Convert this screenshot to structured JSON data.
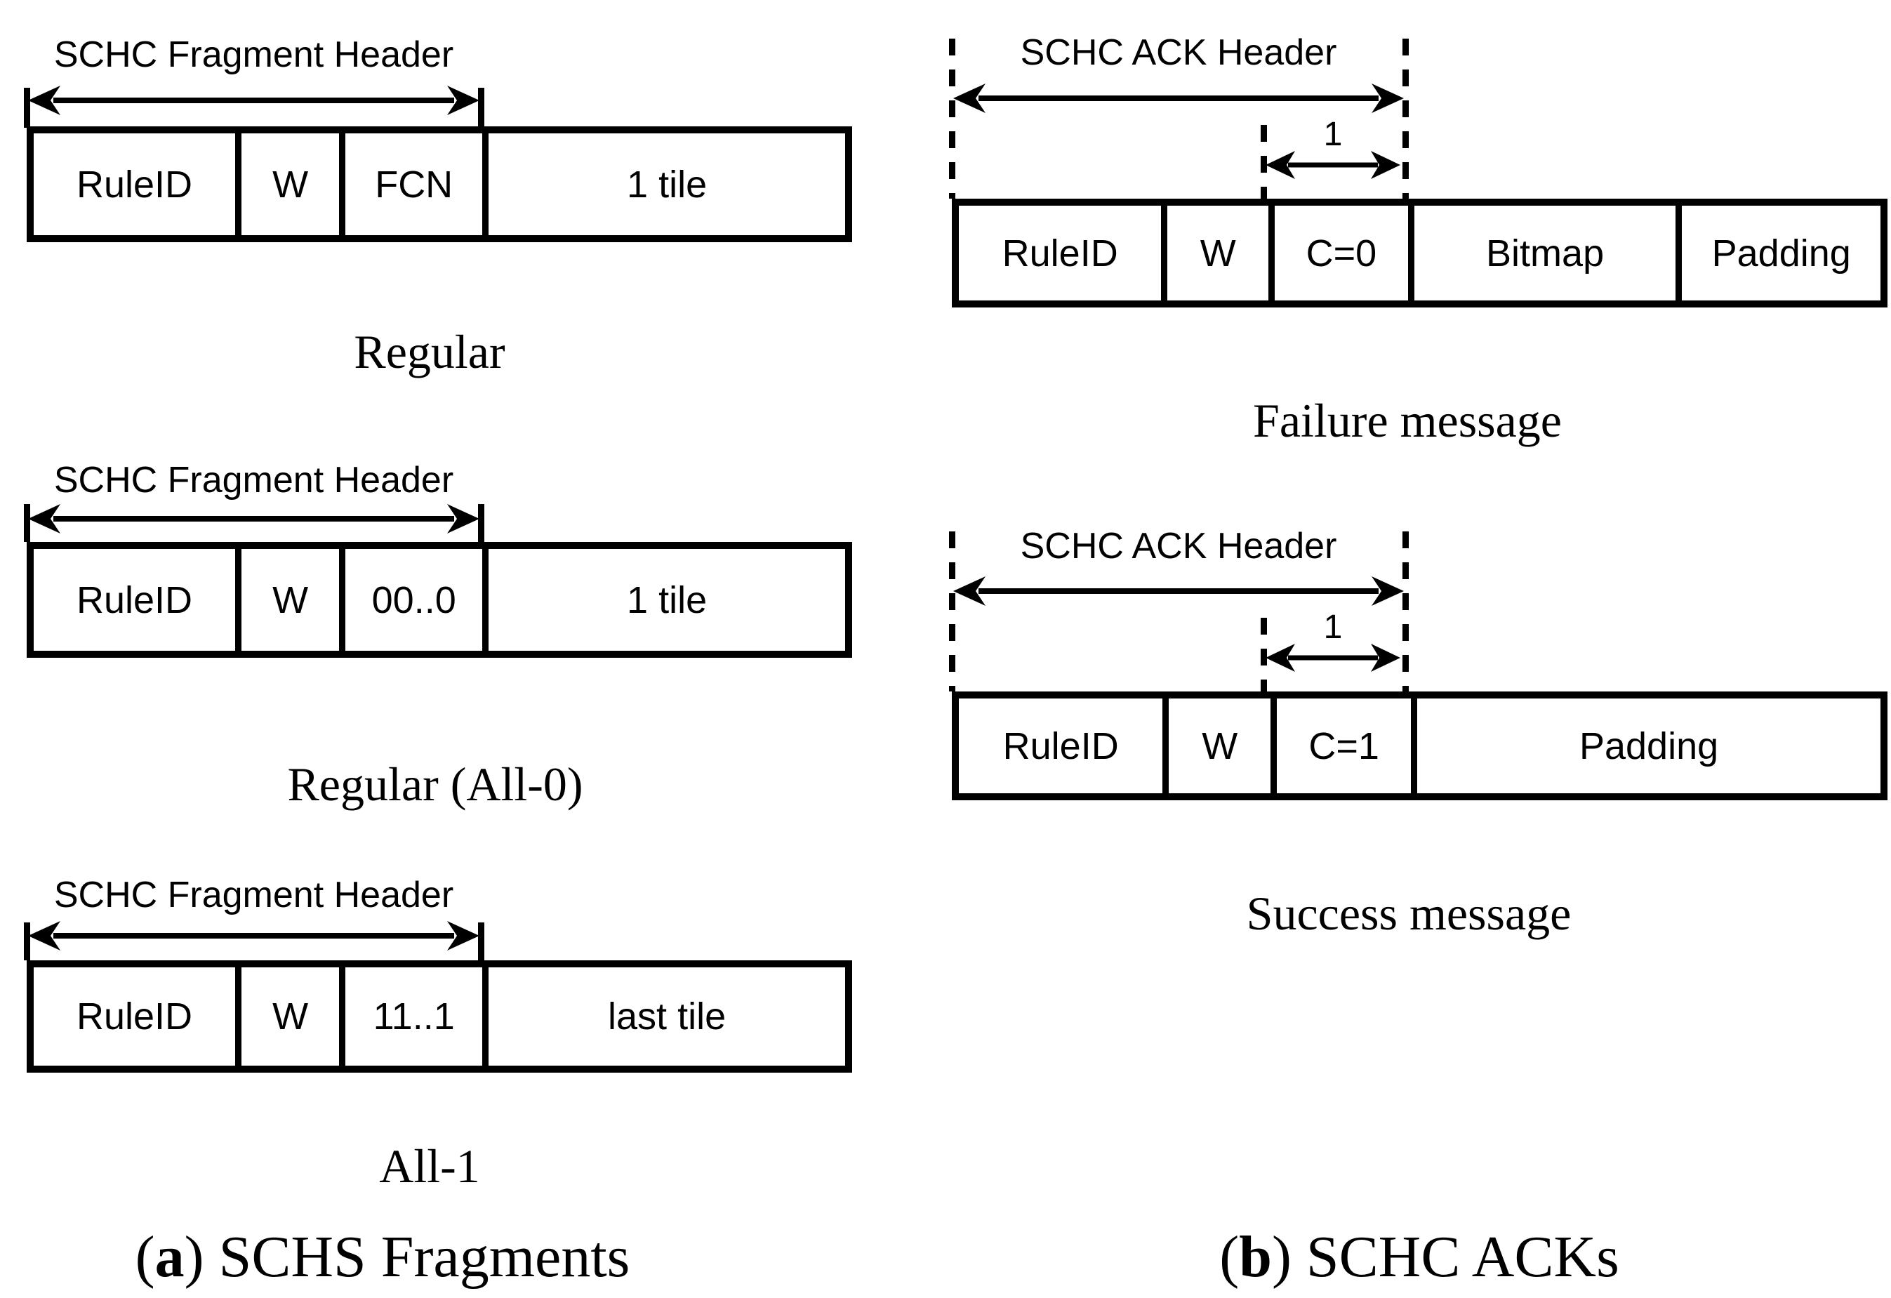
{
  "panel_a": {
    "caption": {
      "open": "(",
      "marker": "a",
      "close": ")",
      "text": " SCHS Fragments"
    },
    "diagrams": [
      {
        "header": "SCHC Fragment Header",
        "caption": "Regular",
        "cells": [
          "RuleID",
          "W",
          "FCN",
          "1 tile"
        ]
      },
      {
        "header": "SCHC Fragment Header",
        "caption": "Regular (All-0)",
        "cells": [
          "RuleID",
          "W",
          "00..0",
          "1 tile"
        ]
      },
      {
        "header": "SCHC Fragment Header",
        "caption": "All-1",
        "cells": [
          "RuleID",
          "W",
          "11..1",
          "last tile"
        ]
      }
    ]
  },
  "panel_b": {
    "caption": {
      "open": "(",
      "marker": "b",
      "close": ")",
      "text": " SCHC ACKs"
    },
    "diagrams": [
      {
        "header": "SCHC ACK Header",
        "c_bit_size": "1",
        "caption": "Failure message",
        "cells": [
          "RuleID",
          "W",
          "C=0",
          "Bitmap",
          "Padding"
        ]
      },
      {
        "header": "SCHC ACK Header",
        "c_bit_size": "1",
        "caption": "Success message",
        "cells": [
          "RuleID",
          "W",
          "C=1",
          "Padding"
        ]
      }
    ]
  },
  "colors": {
    "line": "#000000",
    "background": "#ffffff"
  }
}
